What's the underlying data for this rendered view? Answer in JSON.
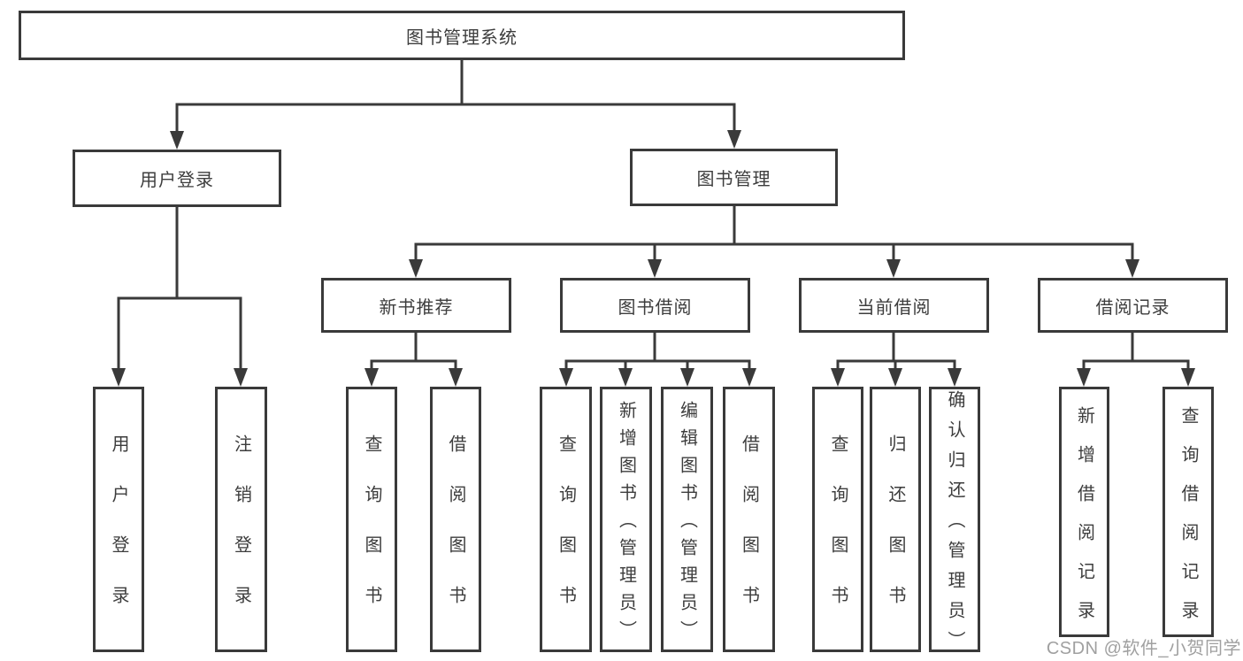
{
  "diagram": {
    "type": "hierarchy",
    "watermark": "CSDN @软件_小贺同学",
    "colors": {
      "line": "#3a3a3a",
      "text": "#3d3d3d",
      "box_background": "#ffffff",
      "page_background": "#ffffff",
      "watermark": "#a0a0a0"
    },
    "tree": {
      "label": "图书管理系统",
      "children": [
        {
          "label": "用户登录",
          "children": [
            {
              "label": "用户登录"
            },
            {
              "label": "注销登录"
            }
          ]
        },
        {
          "label": "图书管理",
          "children": [
            {
              "label": "新书推荐",
              "children": [
                {
                  "label": "查询图书"
                },
                {
                  "label": "借阅图书"
                }
              ]
            },
            {
              "label": "图书借阅",
              "children": [
                {
                  "label": "查询图书"
                },
                {
                  "label": "新增图书（管理员）"
                },
                {
                  "label": "编辑图书（管理员）"
                },
                {
                  "label": "借阅图书"
                }
              ]
            },
            {
              "label": "当前借阅",
              "children": [
                {
                  "label": "查询图书"
                },
                {
                  "label": "归还图书"
                },
                {
                  "label": "确认归还（管理员）"
                }
              ]
            },
            {
              "label": "借阅记录",
              "children": [
                {
                  "label": "新增借阅记录"
                },
                {
                  "label": "查询借阅记录"
                }
              ]
            }
          ]
        }
      ]
    }
  }
}
